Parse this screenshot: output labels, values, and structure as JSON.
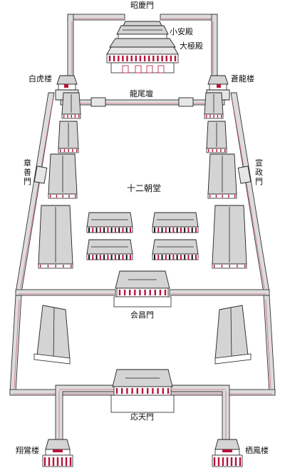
{
  "labels": {
    "shokei_gate": "昭慶門",
    "shoan_hall": "小安殿",
    "daigoku_hall": "大極殿",
    "byakko_tower": "白虎楼",
    "soryu_tower": "蒼龍楼",
    "ryubi_terrace": "龍尾壇",
    "shozen_gate": "章善門",
    "senkai_gate": "宣政門",
    "twelve_halls": "十二朝堂",
    "kaisho_gate": "会昌門",
    "oten_gate": "応天門",
    "shoran_tower": "翔鸞楼",
    "seiho_tower": "栖鳳楼"
  }
}
